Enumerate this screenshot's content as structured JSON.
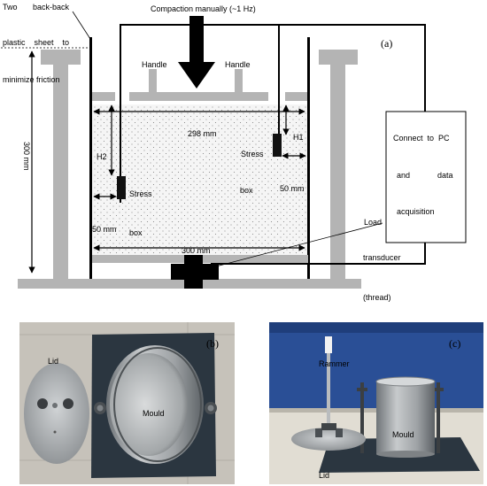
{
  "panel_a": {
    "tag": "(a)",
    "compaction": "Compaction manually (~1 Hz)",
    "two": "Two",
    "back_back": "back-back",
    "plastic_sheet": "plastic    sheet    to",
    "minimize_friction": "minimize friction",
    "handle_left": "Handle",
    "handle_right": "Handle",
    "width_298": "298 mm",
    "h1": "H1",
    "h2": "H2",
    "stress_right": "Stress",
    "stress_left": "Stress",
    "box_right": "box",
    "box_left": "box",
    "mm50_right": "50 mm",
    "mm50_left": "50 mm",
    "height_300": "300 mm",
    "width_300": "300 mm",
    "connect_line1": "Connect  to  PC",
    "connect_and": "and",
    "connect_data": "data",
    "connect_acq": "acquisition",
    "load": "Load",
    "transducer": "transducer",
    "thread": "(thread)"
  },
  "panel_b": {
    "tag": "(b)",
    "lid": "Lid",
    "mould": "Mould"
  },
  "panel_c": {
    "tag": "(c)",
    "rammer": "Rammer",
    "mould": "Mould",
    "lid": "Lid"
  },
  "colors": {
    "frame_gray": "#b4b4b4",
    "box_fill": "#f4f4f4",
    "sensor": "#111111",
    "photo_b_bg": "#c9c5bd",
    "photo_c_wall": "#2a4f96",
    "metal_plate": "#2b3640",
    "steel": "#a9adb0"
  }
}
